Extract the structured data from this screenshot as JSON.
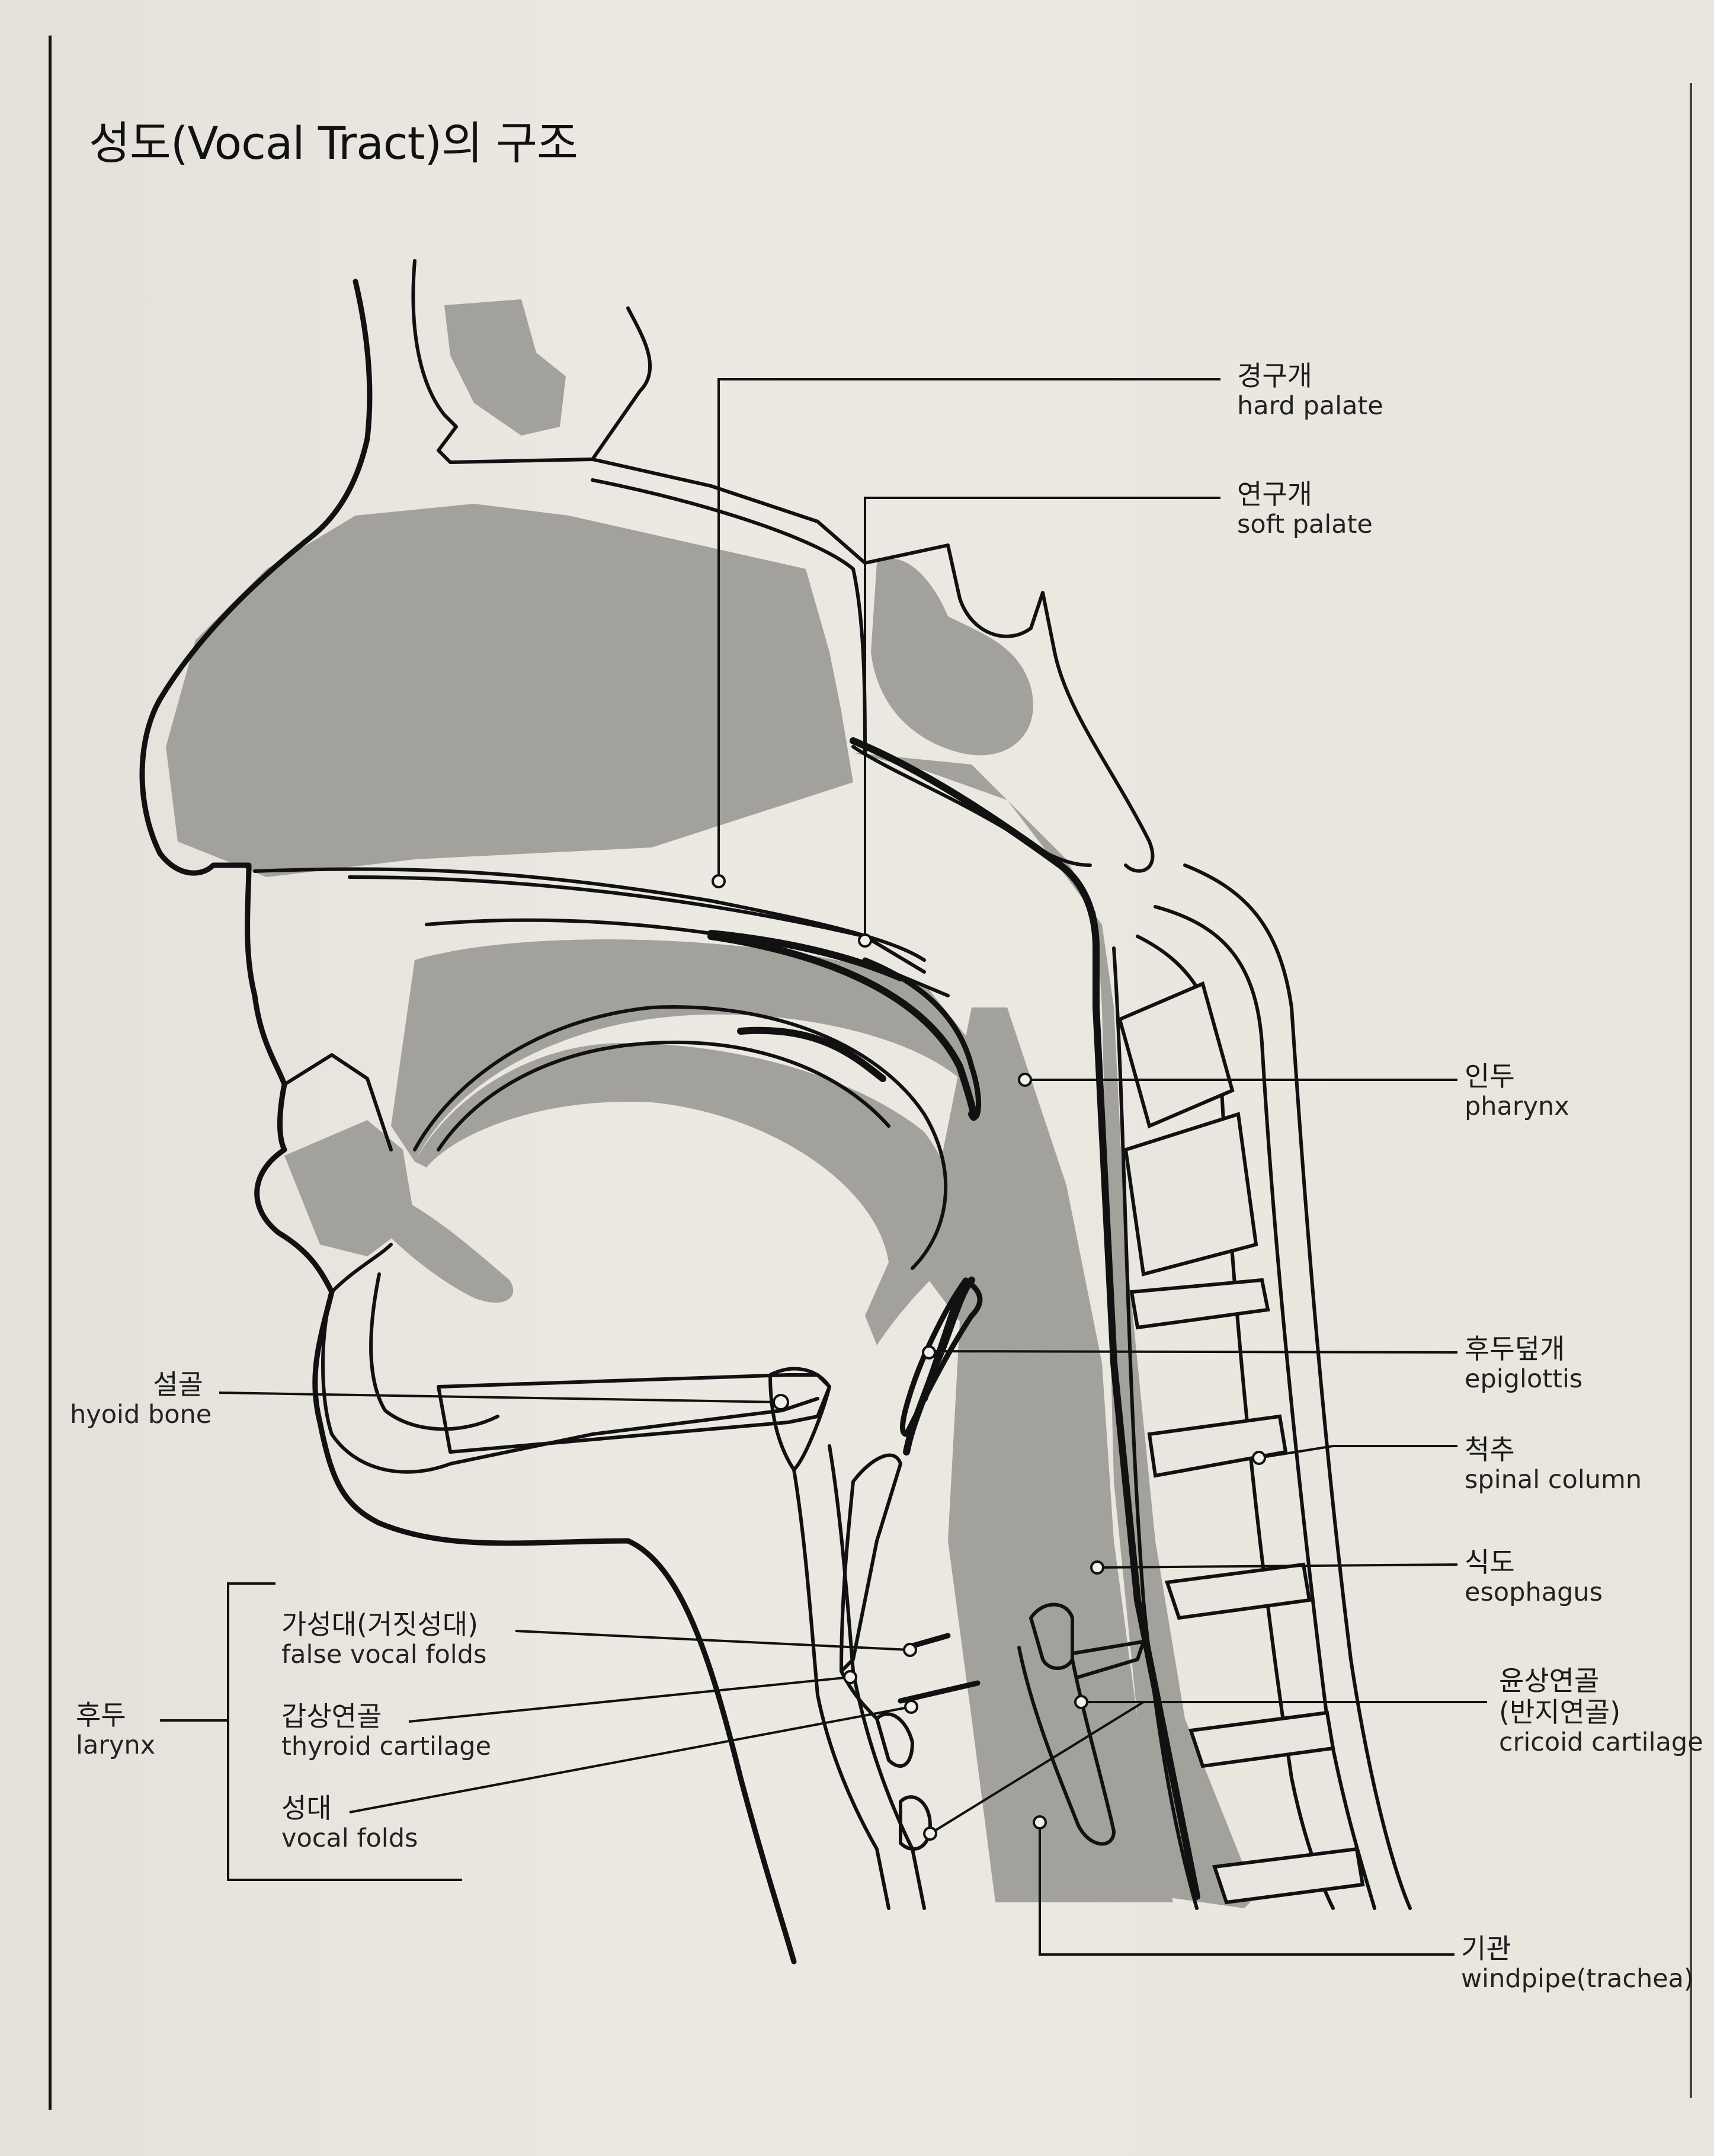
{
  "title": "성도(Vocal Tract)의 구조",
  "labels": {
    "hard_palate": {
      "ko": "경구개",
      "en": "hard palate"
    },
    "soft_palate": {
      "ko": "연구개",
      "en": "soft palate"
    },
    "pharynx": {
      "ko": "인두",
      "en": "pharynx"
    },
    "epiglottis": {
      "ko": "후두덮개",
      "en": "epiglottis"
    },
    "spinal_column": {
      "ko": "척추",
      "en": "spinal column"
    },
    "esophagus": {
      "ko": "식도",
      "en": "esophagus"
    },
    "cricoid": {
      "ko": "윤상연골",
      "ko2": "(반지연골)",
      "en": "cricoid cartilage"
    },
    "trachea": {
      "ko": "기관",
      "en": "windpipe(trachea)"
    },
    "hyoid": {
      "ko": "설골",
      "en": "hyoid bone"
    },
    "larynx": {
      "ko": "후두",
      "en": "larynx"
    },
    "false_folds": {
      "ko": "가성대(거짓성대)",
      "en": "false vocal folds"
    },
    "thyroid": {
      "ko": "갑상연골",
      "en": "thyroid cartilage"
    },
    "vocal_folds": {
      "ko": "성대",
      "en": "vocal folds"
    }
  },
  "colors": {
    "tissue_fill": "#a3a19c",
    "outline": "#111111",
    "paper": "#e6e4dc",
    "bone_fill": "#e8e6de"
  }
}
